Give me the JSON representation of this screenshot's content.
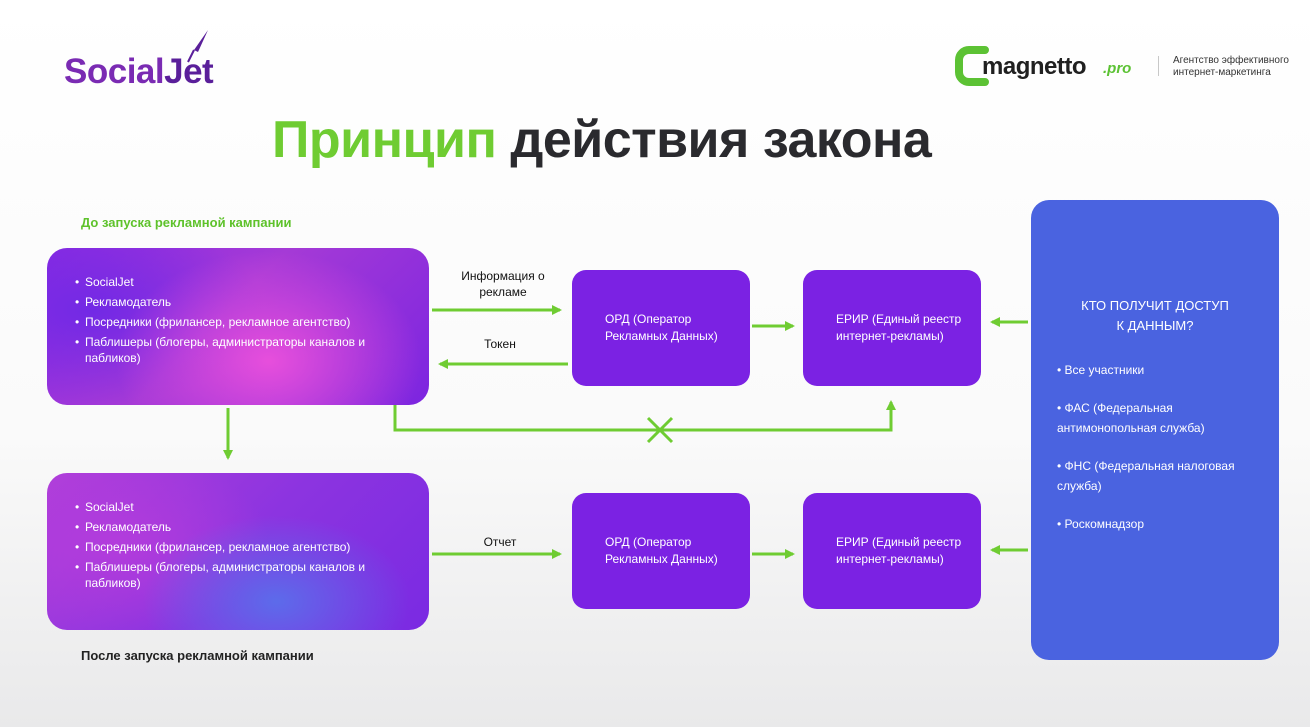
{
  "logos": {
    "left": {
      "name": "SocialJet",
      "part1": "Social",
      "part2": "Jet"
    },
    "right": {
      "name": "magnetto",
      "suffix": ".pro",
      "tagline_line1": "Агентство эффективного",
      "tagline_line2": "интернет-маркетинга"
    }
  },
  "title": {
    "accent": "Принцип",
    "rest": "действия закона"
  },
  "sections": {
    "before": "До запуска рекламной кампании",
    "after": "После запуска рекламной кампании"
  },
  "participants_top": [
    "SocialJet",
    "Рекламодатель",
    "Посредники (фрилансер, рекламное агентство)",
    "Паблишеры (блогеры, администраторы каналов и пабликов)"
  ],
  "participants_bottom": [
    "SocialJet",
    "Рекламодатель",
    "Посредники (фрилансер, рекламное агентство)",
    "Паблишеры (блогеры, администраторы каналов и пабликов)"
  ],
  "nodes": {
    "ord_top": "ОРД (Оператор Рекламных Данных)",
    "erir_top": "ЕРИР (Единый реестр интернет-рекламы)",
    "ord_bottom": "ОРД (Оператор Рекламных Данных)",
    "erir_bottom": "ЕРИР (Единый реестр интернет-рекламы)"
  },
  "edges": {
    "info": "Информация о рекламе",
    "token": "Токен",
    "report": "Отчет"
  },
  "access_panel": {
    "title": "КТО ПОЛУЧИТ ДОСТУП К ДАННЫМ?",
    "items": [
      "Все участники",
      "ФАС (Федеральная антимонопольная служба)",
      "ФНС (Федеральная налоговая служба)",
      "Роскомнадзор"
    ]
  },
  "colors": {
    "green": "#6fcc32",
    "purple": "#7b22e3",
    "blue": "#4a63e0",
    "dark": "#2a2a2e"
  }
}
